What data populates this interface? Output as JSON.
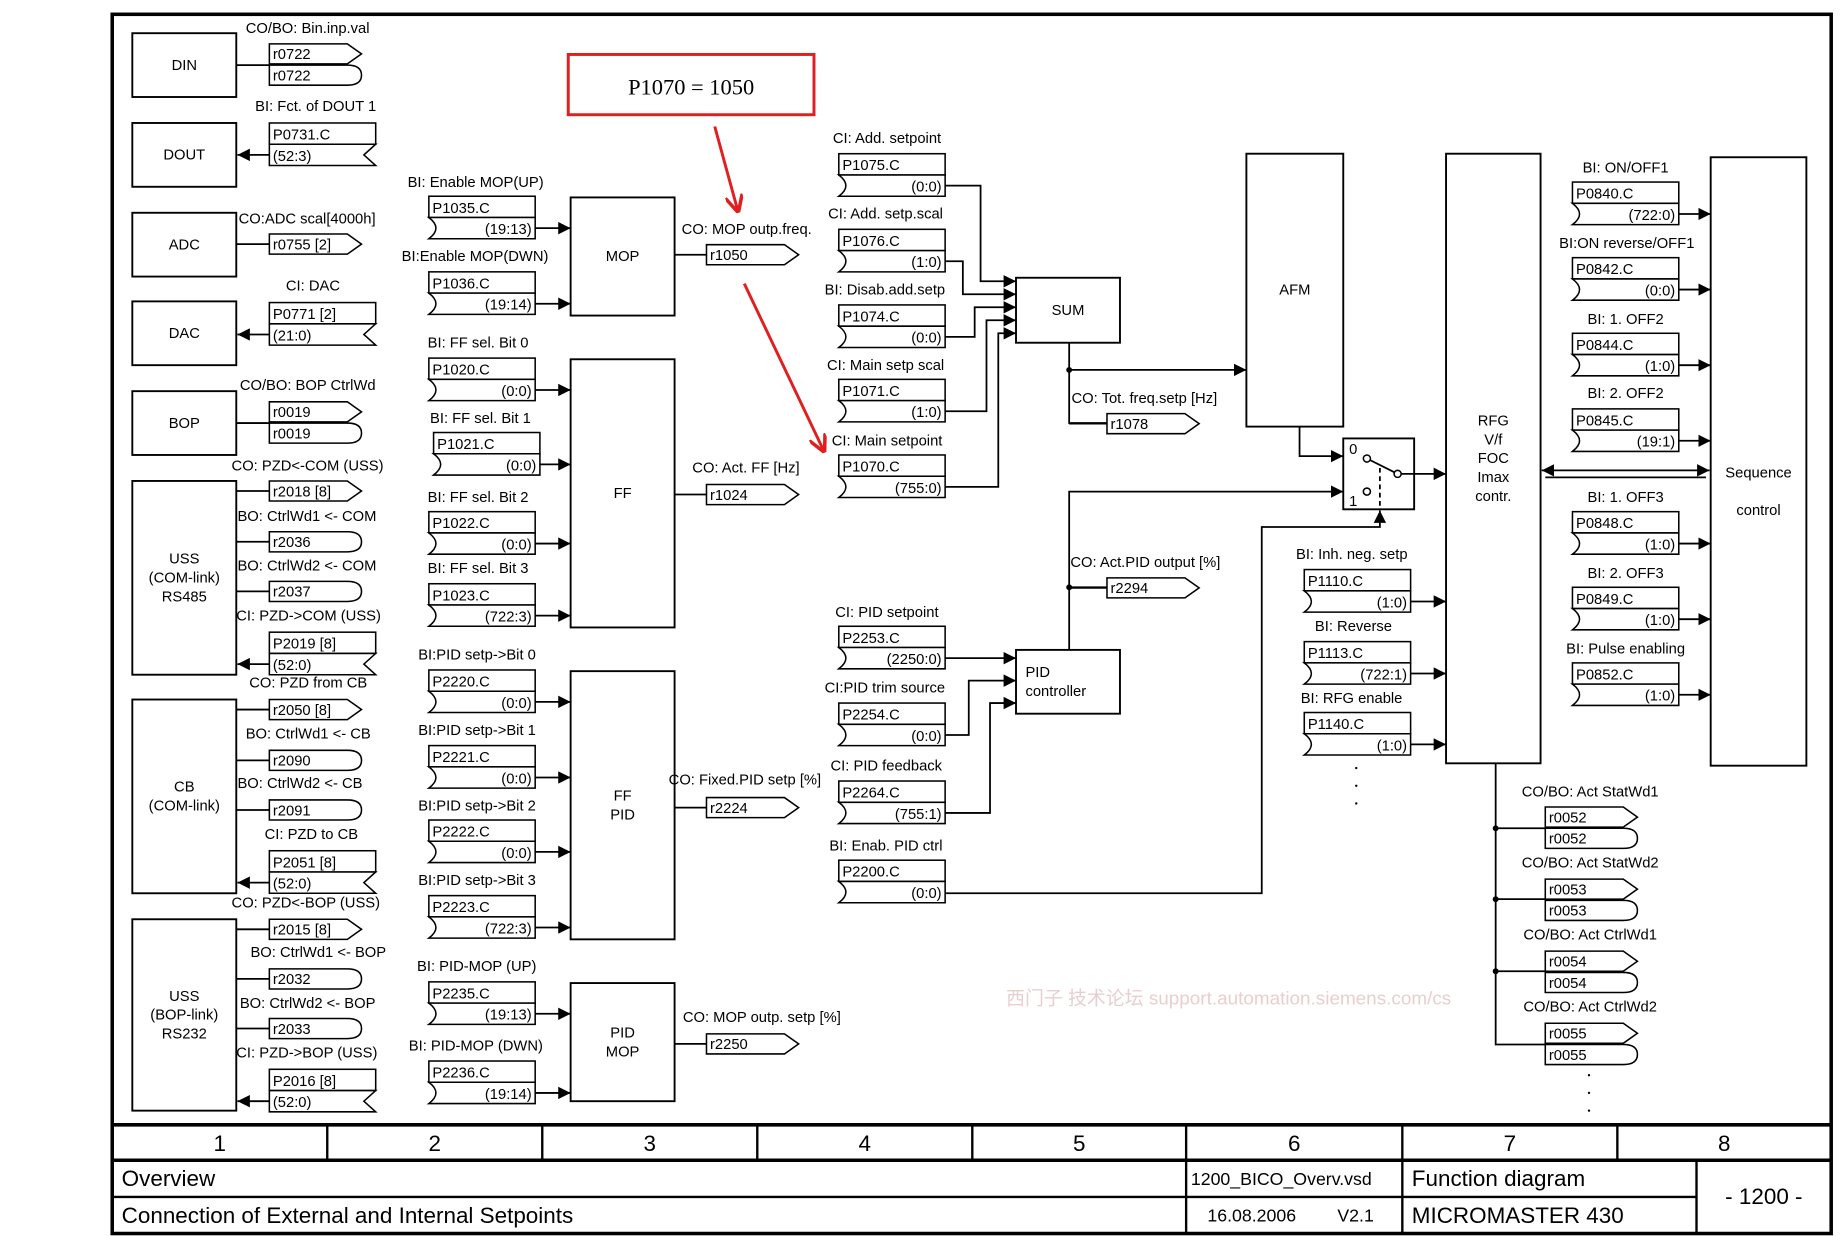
{
  "annotation": {
    "text": "P1070 = 1050",
    "color": "#e02020"
  },
  "watermark": "西门子 技术论坛 support.automation.siemens.com/cs",
  "blocks": {
    "din": [
      "DIN"
    ],
    "dout": [
      "DOUT"
    ],
    "adc": [
      "ADC"
    ],
    "dac": [
      "DAC"
    ],
    "bop": [
      "BOP"
    ],
    "uss485": [
      "USS",
      "(COM-link)",
      "RS485"
    ],
    "cb": [
      "CB",
      "(COM-link)"
    ],
    "uss232": [
      "USS",
      "(BOP-link)",
      "RS232"
    ],
    "mop": [
      "MOP"
    ],
    "ff": [
      "FF"
    ],
    "ffpid": [
      "FF",
      "PID"
    ],
    "pidmop": [
      "PID",
      "MOP"
    ],
    "sum": [
      "SUM"
    ],
    "afm": [
      "AFM"
    ],
    "pidctrl": [
      "PID",
      "controller"
    ],
    "rfg": [
      "RFG",
      "V/f",
      "FOC",
      "Imax",
      "contr."
    ],
    "seq": [
      "Sequence",
      "control"
    ]
  },
  "switch": {
    "pos0": "0",
    "pos1": "1"
  },
  "items": {
    "din": {
      "label": "CO/BO: Bin.inp.val",
      "name": "r0722",
      "name2": "r0722"
    },
    "dout": {
      "label": "BI: Fct. of DOUT 1",
      "name": "P0731.C",
      "value": "(52:3)"
    },
    "adc": {
      "label": "CO:ADC scal[4000h]",
      "name": "r0755 [2]"
    },
    "dac": {
      "label": "CI: DAC",
      "name": "P0771 [2]",
      "value": "(21:0)"
    },
    "bop": {
      "label": "CO/BO: BOP CtrlWd",
      "name": "r0019",
      "name2": "r0019"
    },
    "pzdcom": {
      "label": "CO: PZD<-COM (USS)",
      "name": "r2018 [8]"
    },
    "ctrlwd1com": {
      "label": "BO: CtrlWd1 <- COM",
      "name": "r2036"
    },
    "ctrlwd2com": {
      "label": "BO: CtrlWd2 <- COM",
      "name": "r2037"
    },
    "pzd2com": {
      "label": "CI: PZD->COM (USS)",
      "name": "P2019 [8]",
      "value": "(52:0)"
    },
    "pzdcb": {
      "label": "CO: PZD from CB",
      "name": "r2050 [8]"
    },
    "ctrlwd1cb": {
      "label": "BO: CtrlWd1 <- CB",
      "name": "r2090"
    },
    "ctrlwd2cb": {
      "label": "BO: CtrlWd2 <- CB",
      "name": "r2091"
    },
    "pzd2cb": {
      "label": "CI: PZD to CB",
      "name": "P2051 [8]",
      "value": "(52:0)"
    },
    "pzdbop": {
      "label": "CO: PZD<-BOP (USS)",
      "name": "r2015 [8]"
    },
    "ctrlwd1bop": {
      "label": "BO: CtrlWd1 <- BOP",
      "name": "r2032"
    },
    "ctrlwd2bop": {
      "label": "BO: CtrlWd2 <- BOP",
      "name": "r2033"
    },
    "pzd2bop": {
      "label": "CI: PZD->BOP (USS)",
      "name": "P2016 [8]",
      "value": "(52:0)"
    },
    "mopup": {
      "label": "BI: Enable MOP(UP)",
      "name": "P1035.C",
      "value": "(19:13)"
    },
    "mopdwn": {
      "label": "BI:Enable MOP(DWN)",
      "name": "P1036.C",
      "value": "(19:14)"
    },
    "ff0": {
      "label": "BI: FF sel. Bit 0",
      "name": "P1020.C",
      "value": "(0:0)"
    },
    "ff1": {
      "label": "BI: FF sel. Bit 1",
      "name": "P1021.C",
      "value": "(0:0)"
    },
    "ff2": {
      "label": "BI: FF sel. Bit 2",
      "name": "P1022.C",
      "value": "(0:0)"
    },
    "ff3": {
      "label": "BI: FF sel. Bit 3",
      "name": "P1023.C",
      "value": "(722:3)"
    },
    "pid0": {
      "label": "BI:PID setp->Bit 0",
      "name": "P2220.C",
      "value": "(0:0)"
    },
    "pid1": {
      "label": "BI:PID setp->Bit 1",
      "name": "P2221.C",
      "value": "(0:0)"
    },
    "pid2": {
      "label": "BI:PID setp->Bit 2",
      "name": "P2222.C",
      "value": "(0:0)"
    },
    "pid3": {
      "label": "BI:PID setp->Bit 3",
      "name": "P2223.C",
      "value": "(722:3)"
    },
    "pidmopup": {
      "label": "BI: PID-MOP (UP)",
      "name": "P2235.C",
      "value": "(19:13)"
    },
    "pidmopdwn": {
      "label": "BI: PID-MOP (DWN)",
      "name": "P2236.C",
      "value": "(19:14)"
    },
    "mopout": {
      "label": "CO: MOP outp.freq.",
      "name": "r1050"
    },
    "ffout": {
      "label": "CO: Act. FF [Hz]",
      "name": "r1024"
    },
    "ffpidout": {
      "label": "CO: Fixed.PID setp [%]",
      "name": "r2224"
    },
    "pidmopout": {
      "label": "CO: MOP outp. setp [%]",
      "name": "r2250"
    },
    "addsp": {
      "label": "CI: Add. setpoint",
      "name": "P1075.C",
      "value": "(0:0)"
    },
    "addscal": {
      "label": "CI: Add. setp.scal",
      "name": "P1076.C",
      "value": "(1:0)"
    },
    "disadd": {
      "label": "BI: Disab.add.setp",
      "name": "P1074.C",
      "value": "(0:0)"
    },
    "mainscal": {
      "label": "CI: Main setp scal",
      "name": "P1071.C",
      "value": "(1:0)"
    },
    "mainsp": {
      "label": "CI: Main setpoint",
      "name": "P1070.C",
      "value": "(755:0)"
    },
    "pidsp": {
      "label": "CI: PID setpoint",
      "name": "P2253.C",
      "value": "(2250:0)"
    },
    "pidtrim": {
      "label": "CI:PID trim source",
      "name": "P2254.C",
      "value": "(0:0)"
    },
    "pidfb": {
      "label": "CI: PID feedback",
      "name": "P2264.C",
      "value": "(755:1)"
    },
    "pidena": {
      "label": "BI: Enab. PID ctrl",
      "name": "P2200.C",
      "value": "(0:0)"
    },
    "totfreq": {
      "label": "CO: Tot. freq.setp [Hz]",
      "name": "r1078"
    },
    "pidout": {
      "label": "CO: Act.PID output [%]",
      "name": "r2294"
    },
    "inhneg": {
      "label": "BI: Inh. neg. setp",
      "name": "P1110.C",
      "value": "(1:0)"
    },
    "reverse": {
      "label": "BI: Reverse",
      "name": "P1113.C",
      "value": "(722:1)"
    },
    "rfgen": {
      "label": "BI: RFG enable",
      "name": "P1140.C",
      "value": "(1:0)"
    },
    "on1": {
      "label": "BI: ON/OFF1",
      "name": "P0840.C",
      "value": "(722:0)"
    },
    "onrev": {
      "label": "BI:ON reverse/OFF1",
      "name": "P0842.C",
      "value": "(0:0)"
    },
    "off2a": {
      "label": "BI: 1. OFF2",
      "name": "P0844.C",
      "value": "(1:0)"
    },
    "off2b": {
      "label": "BI: 2. OFF2",
      "name": "P0845.C",
      "value": "(19:1)"
    },
    "off3a": {
      "label": "BI: 1. OFF3",
      "name": "P0848.C",
      "value": "(1:0)"
    },
    "off3b": {
      "label": "BI: 2. OFF3",
      "name": "P0849.C",
      "value": "(1:0)"
    },
    "pulse": {
      "label": "BI: Pulse enabling",
      "name": "P0852.C",
      "value": "(1:0)"
    },
    "stat1": {
      "label": "CO/BO: Act StatWd1",
      "name": "r0052",
      "name2": "r0052"
    },
    "stat2": {
      "label": "CO/BO: Act StatWd2",
      "name": "r0053",
      "name2": "r0053"
    },
    "ctrl1": {
      "label": "CO/BO: Act CtrlWd1",
      "name": "r0054",
      "name2": "r0054"
    },
    "ctrl2": {
      "label": "CO/BO: Act CtrlWd2",
      "name": "r0055",
      "name2": "r0055"
    }
  },
  "footer": {
    "columns": [
      "1",
      "2",
      "3",
      "4",
      "5",
      "6",
      "7",
      "8"
    ],
    "section": "Overview",
    "title": "Connection of External and Internal Setpoints",
    "file": "1200_BICO_Overv.vsd",
    "date": "16.08.2006",
    "version": "V2.1",
    "doc_type": "Function diagram",
    "product": "MICROMASTER 430",
    "page": "- 1200 -"
  }
}
